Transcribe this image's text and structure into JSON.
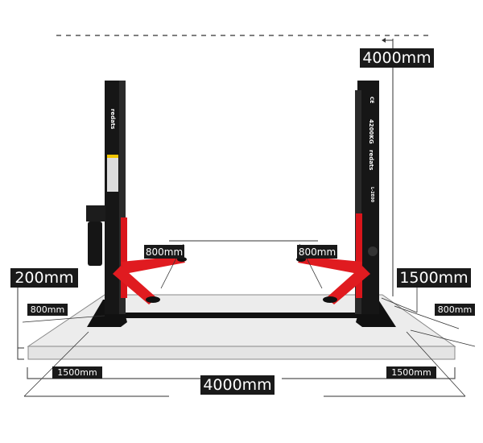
{
  "diagram": {
    "subject": "Two-post car lift with dimensions",
    "brand": "redats",
    "model": "L-2E00",
    "capacity": "4200KG",
    "certification": "CE",
    "colors": {
      "post": "#1a1a1a",
      "carriage": "#d9151b",
      "floor": "#e6e6e6",
      "label_bg": "#1a1a1a",
      "label_text": "#ffffff",
      "dim_line": "#222222"
    }
  },
  "dimensions": {
    "height": "4000mm",
    "lift_height": "1500mm",
    "base_clearance": "200mm",
    "arm_left": "800mm",
    "arm_right": "800mm",
    "floor_side_left": "800mm",
    "floor_side_right": "800mm",
    "depth_left": "1500mm",
    "depth_right": "1500mm",
    "total_width": "4000mm"
  }
}
